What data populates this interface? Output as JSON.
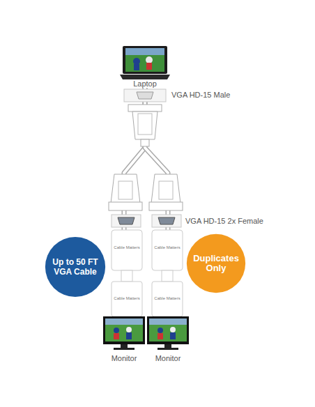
{
  "diagram": {
    "nodes": [
      {
        "text": [
          "Laptop"
        ]
      },
      {
        "text": [
          "Up to 50 FT VGA Cable"
        ]
      },
      {
        "text": [
          "Duplicates Only"
        ]
      },
      {
        "text": [
          "Monitor"
        ]
      },
      {
        "text": [
          "Monitor"
        ]
      }
    ],
    "edges": [
      {
        "from": 0,
        "to": 3,
        "arrow": "none"
      },
      {
        "from": 0,
        "to": 4,
        "arrow": "none"
      }
    ],
    "labels": [
      "VGA HD-15 Male",
      "VGA HD-15 2x Female",
      "Cable Matters",
      "Cable Matters",
      "Cable Matters",
      "Cable Matters"
    ]
  }
}
